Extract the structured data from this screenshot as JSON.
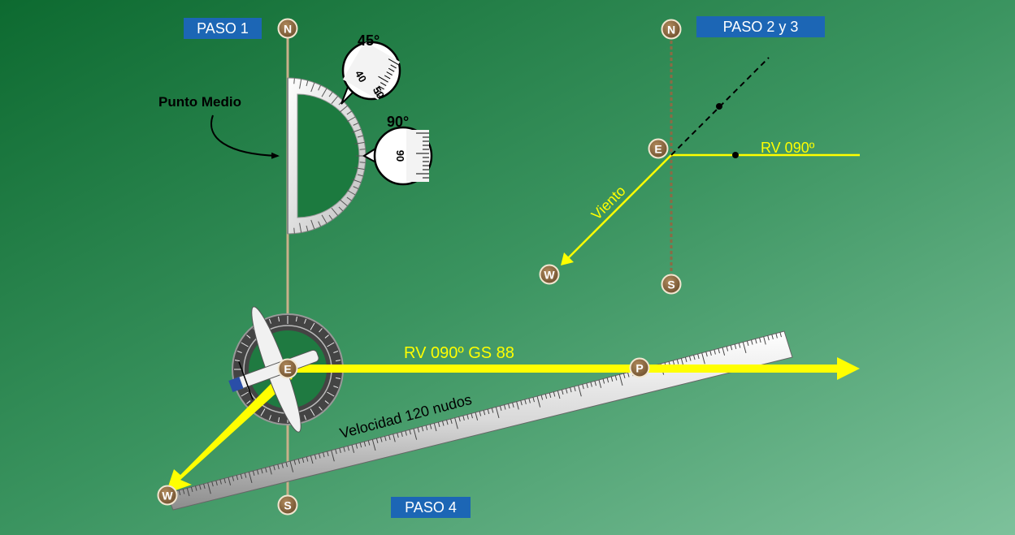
{
  "colors": {
    "background_start": "#0e6e34",
    "background_end": "#7bbf99",
    "label_blue": "#1c66b5",
    "yellow": "#ffff00",
    "node_brown": "#8b6a44",
    "dashed_brown": "#8b6a44"
  },
  "labels": {
    "step1": "PASO 1",
    "step23": "PASO 2 y 3",
    "step4": "PASO 4"
  },
  "protractor": {
    "midpoint_label": "Punto Medio",
    "zoom_45": {
      "angle": "45°",
      "tick_a": "40",
      "tick_b": "50"
    },
    "zoom_90": {
      "angle": "90°",
      "tick": "90"
    }
  },
  "step23": {
    "course": "RV 090º",
    "wind": "Viento"
  },
  "step4": {
    "course_speed": "RV 090º GS 88",
    "ruler": "Velocidad 120 nudos"
  },
  "nodes": {
    "north": "N",
    "south": "S",
    "east": "E",
    "west": "W",
    "point": "P"
  }
}
